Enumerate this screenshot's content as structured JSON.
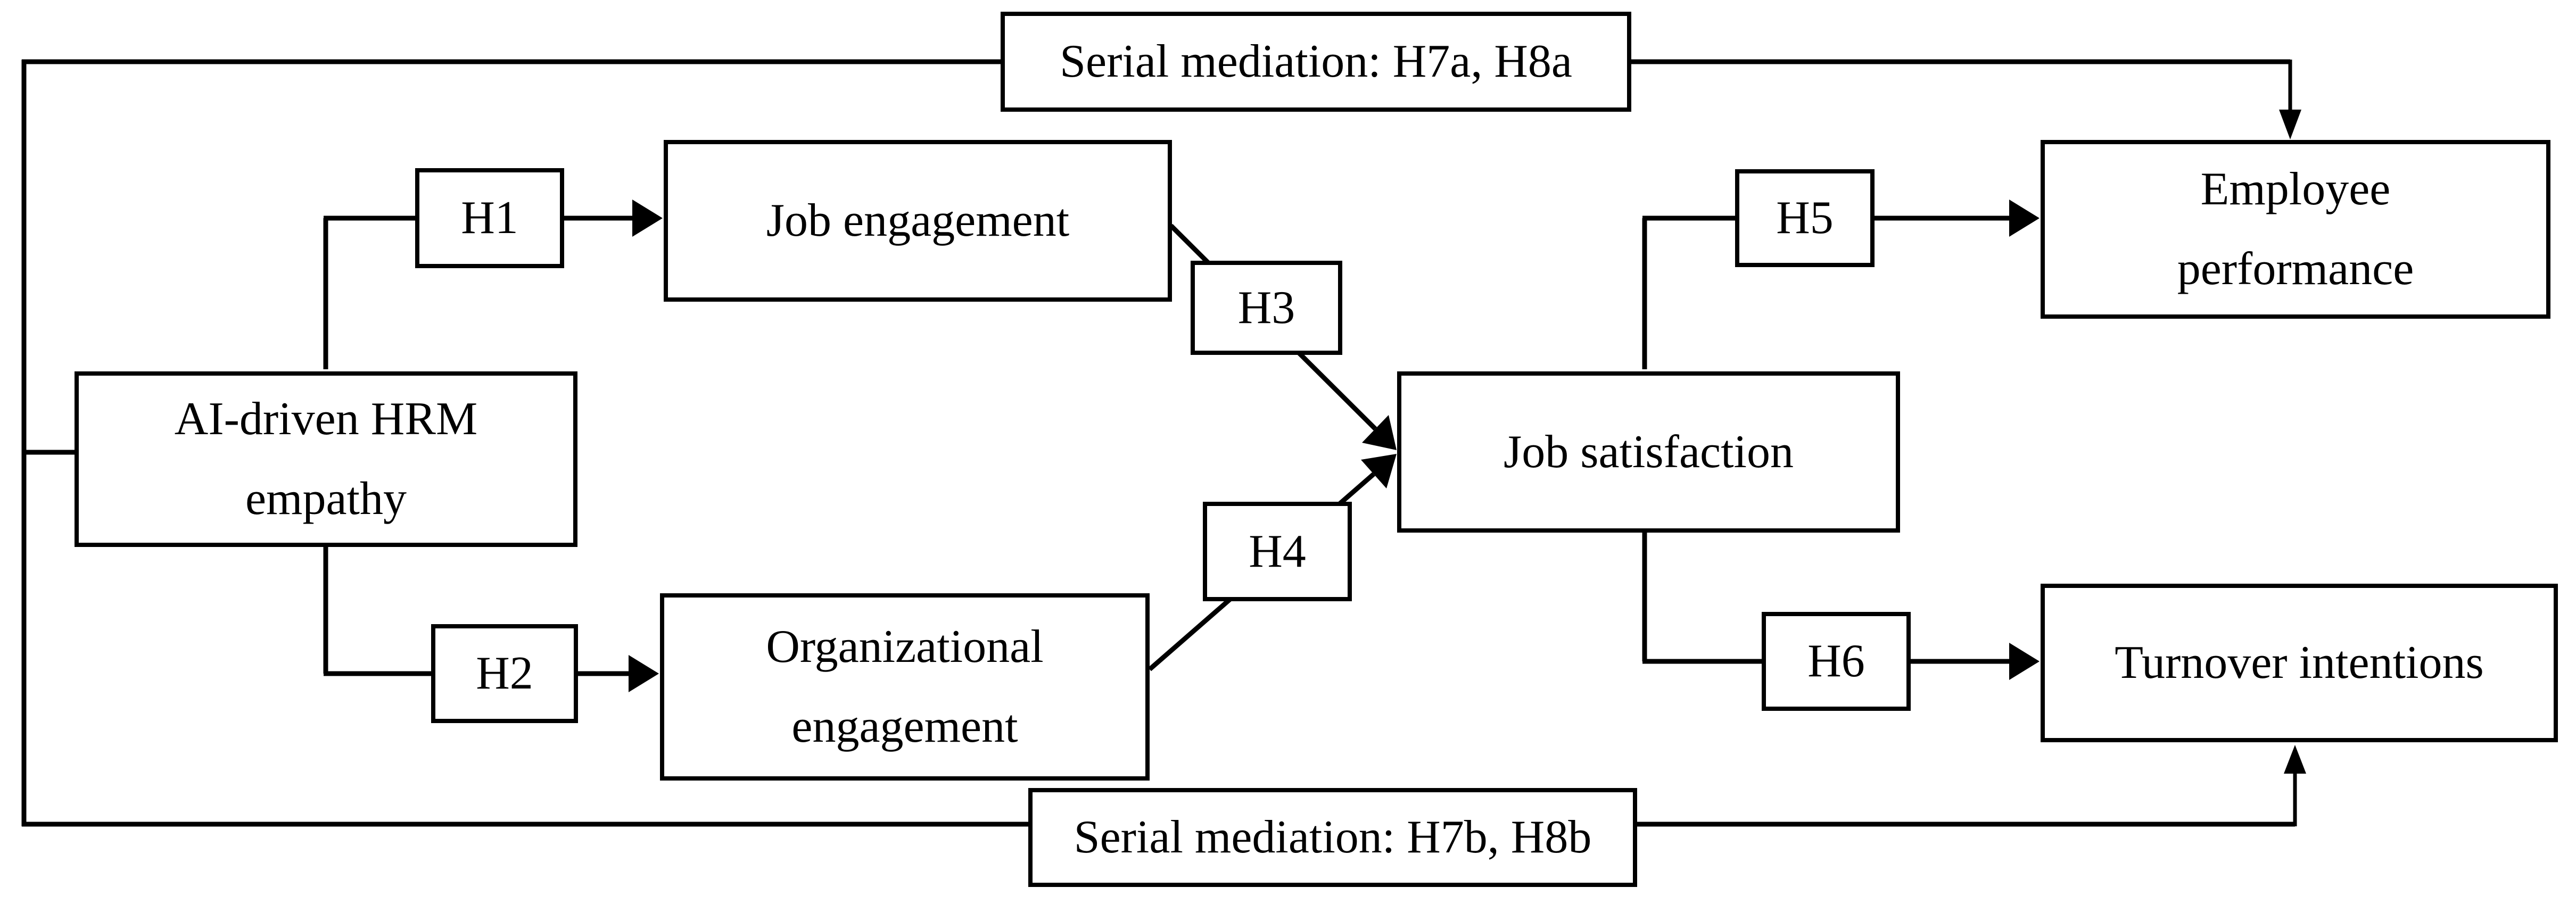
{
  "figure": {
    "background_color": "#ffffff",
    "line_color": "#000000",
    "nodes": {
      "serial_top": {
        "label": "Serial mediation: H7a, H8a"
      },
      "serial_bottom": {
        "label": "Serial mediation: H7b, H8b"
      },
      "ai_empathy": {
        "label": "AI-driven HRM\nempathy"
      },
      "job_engagement": {
        "label": "Job engagement"
      },
      "org_engagement": {
        "label": "Organizational\nengagement"
      },
      "job_satisfaction": {
        "label": "Job satisfaction"
      },
      "employee_performance": {
        "label": "Employee\nperformance"
      },
      "turnover_intentions": {
        "label": "Turnover intentions"
      },
      "h1": {
        "label": "H1"
      },
      "h2": {
        "label": "H2"
      },
      "h3": {
        "label": "H3"
      },
      "h4": {
        "label": "H4"
      },
      "h5": {
        "label": "H5"
      },
      "h6": {
        "label": "H6"
      }
    },
    "edges": [
      {
        "from": "AI-driven HRM empathy",
        "to": "Job engagement",
        "label": "H1"
      },
      {
        "from": "AI-driven HRM empathy",
        "to": "Organizational engagement",
        "label": "H2"
      },
      {
        "from": "Job engagement",
        "to": "Job satisfaction",
        "label": "H3"
      },
      {
        "from": "Organizational engagement",
        "to": "Job satisfaction",
        "label": "H4"
      },
      {
        "from": "Job satisfaction",
        "to": "Employee performance",
        "label": "H5"
      },
      {
        "from": "Job satisfaction",
        "to": "Turnover intentions",
        "label": "H6"
      },
      {
        "from": "AI-driven HRM empathy",
        "to": "Employee performance",
        "label": "Serial mediation: H7a, H8a"
      },
      {
        "from": "AI-driven HRM empathy",
        "to": "Turnover intentions",
        "label": "Serial mediation: H7b, H8b"
      }
    ]
  }
}
